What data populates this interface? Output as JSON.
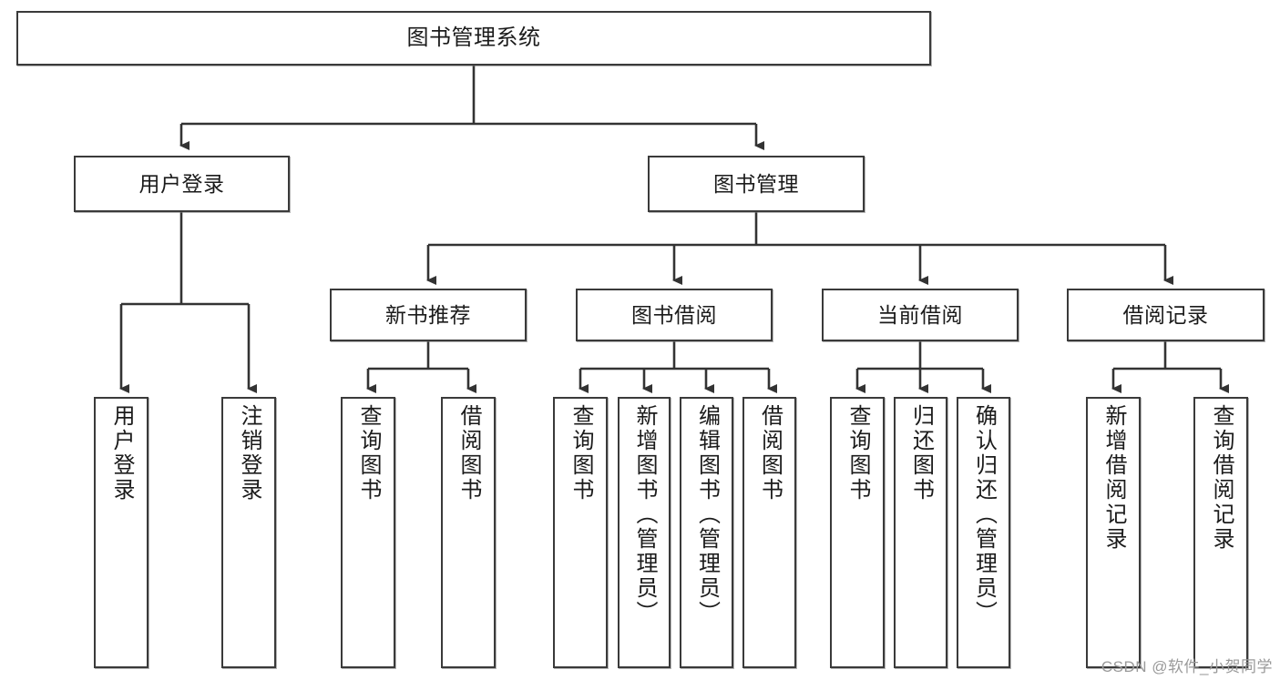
{
  "diagram": {
    "type": "hierarchy-tree",
    "title": "图书管理系统",
    "watermark": "CSDN @软件_小贺同学",
    "colors": {
      "box_border": "#3a3a3a",
      "box_fill": "#ffffff",
      "connector": "#333333",
      "text": "#1b1b1b",
      "watermark": "#9a9a9a"
    },
    "nodes": {
      "root": {
        "label": "图书管理系统"
      },
      "level2": [
        {
          "id": "user-login",
          "label": "用户登录"
        },
        {
          "id": "book-manage",
          "label": "图书管理"
        }
      ],
      "level3": [
        {
          "id": "new-book-recommend",
          "label": "新书推荐"
        },
        {
          "id": "book-borrow",
          "label": "图书借阅"
        },
        {
          "id": "current-borrow",
          "label": "当前借阅"
        },
        {
          "id": "borrow-record",
          "label": "借阅记录"
        }
      ],
      "leaves": {
        "user_login": [
          {
            "id": "leaf-user-login",
            "label": "用户登录"
          },
          {
            "id": "leaf-logout-login",
            "label": "注销登录"
          }
        ],
        "new_book_recommend": [
          {
            "id": "leaf-query-book-1",
            "label": "查询图书"
          },
          {
            "id": "leaf-borrow-book-1",
            "label": "借阅图书"
          }
        ],
        "book_borrow": [
          {
            "id": "leaf-query-book-2",
            "label": "查询图书"
          },
          {
            "id": "leaf-add-book",
            "label": "新增图书（管理员）"
          },
          {
            "id": "leaf-edit-book",
            "label": "编辑图书（管理员）"
          },
          {
            "id": "leaf-borrow-book-2",
            "label": "借阅图书"
          }
        ],
        "current_borrow": [
          {
            "id": "leaf-query-book-3",
            "label": "查询图书"
          },
          {
            "id": "leaf-return-book",
            "label": "归还图书"
          },
          {
            "id": "leaf-confirm-return",
            "label": "确认归还（管理员）"
          }
        ],
        "borrow_record": [
          {
            "id": "leaf-add-record",
            "label": "新增借阅记录"
          },
          {
            "id": "leaf-query-record",
            "label": "查询借阅记录"
          }
        ]
      }
    },
    "edges": [
      {
        "from": "图书管理系统",
        "to": "用户登录"
      },
      {
        "from": "图书管理系统",
        "to": "图书管理"
      },
      {
        "from": "用户登录",
        "to": "用户登录"
      },
      {
        "from": "用户登录",
        "to": "注销登录"
      },
      {
        "from": "图书管理",
        "to": "新书推荐"
      },
      {
        "from": "图书管理",
        "to": "图书借阅"
      },
      {
        "from": "图书管理",
        "to": "当前借阅"
      },
      {
        "from": "图书管理",
        "to": "借阅记录"
      },
      {
        "from": "新书推荐",
        "to": "查询图书"
      },
      {
        "from": "新书推荐",
        "to": "借阅图书"
      },
      {
        "from": "图书借阅",
        "to": "查询图书"
      },
      {
        "from": "图书借阅",
        "to": "新增图书（管理员）"
      },
      {
        "from": "图书借阅",
        "to": "编辑图书（管理员）"
      },
      {
        "from": "图书借阅",
        "to": "借阅图书"
      },
      {
        "from": "当前借阅",
        "to": "查询图书"
      },
      {
        "from": "当前借阅",
        "to": "归还图书"
      },
      {
        "from": "当前借阅",
        "to": "确认归还（管理员）"
      },
      {
        "from": "借阅记录",
        "to": "新增借阅记录"
      },
      {
        "from": "借阅记录",
        "to": "查询借阅记录"
      }
    ]
  }
}
